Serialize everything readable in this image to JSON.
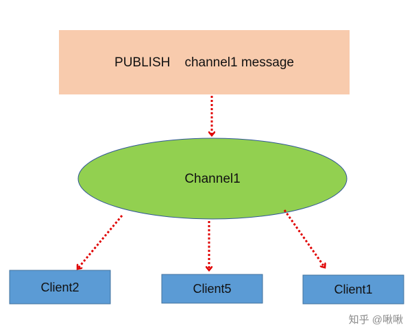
{
  "publish_box": {
    "text": "PUBLISH    channel1 message",
    "fill": "#f8cbad"
  },
  "channel": {
    "label": "Channel1",
    "fill": "#92d050",
    "stroke": "#2f5597"
  },
  "clients": [
    {
      "label": "Client2"
    },
    {
      "label": "Client5"
    },
    {
      "label": "Client1"
    }
  ],
  "client_fill": "#5b9bd5",
  "client_stroke": "#41719c",
  "arrow_color": "#e00000",
  "watermark": "知乎 @啾啾"
}
